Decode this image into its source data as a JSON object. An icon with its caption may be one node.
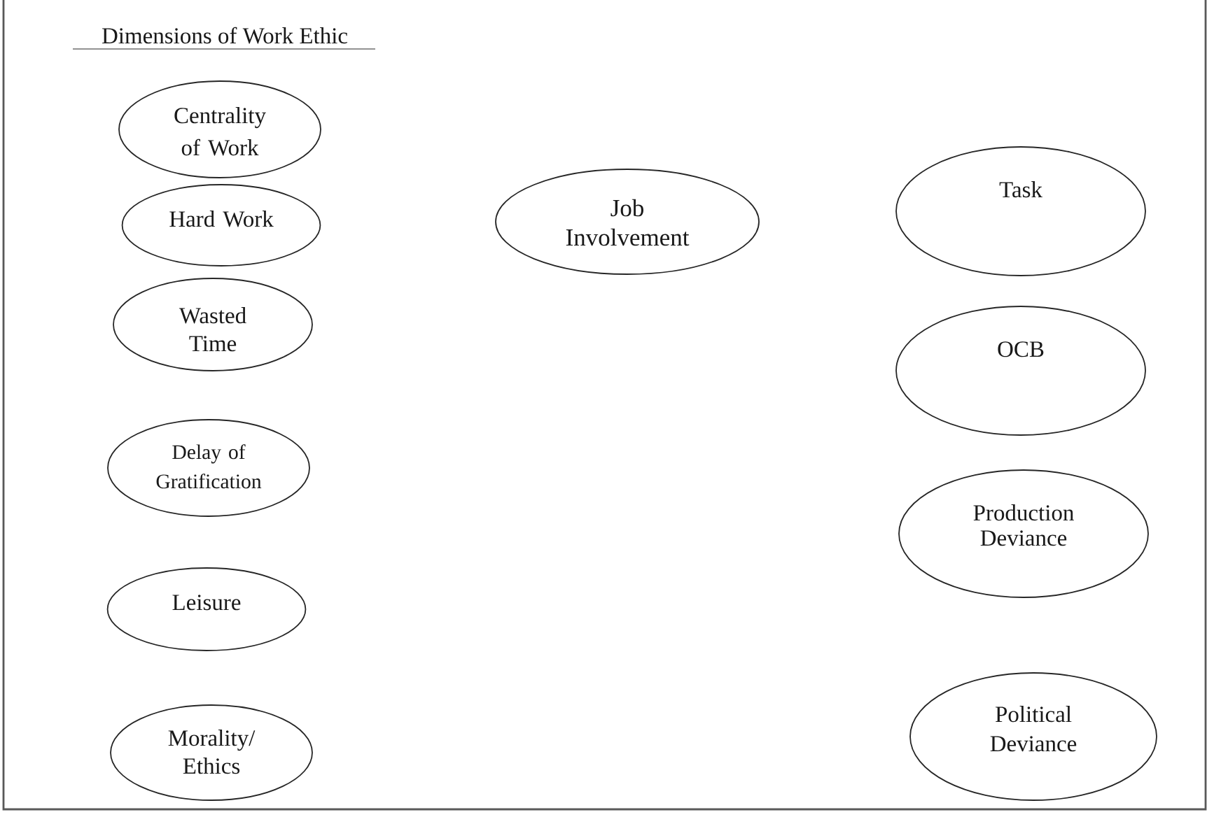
{
  "diagram": {
    "title": "Dimensions of Work Ethic",
    "nodes": [
      {
        "text": [
          "Centrality of Work"
        ]
      },
      {
        "text": [
          "Hard Work"
        ]
      },
      {
        "text": [
          "Wasted Time"
        ]
      },
      {
        "text": [
          "Delay of Gratification"
        ]
      },
      {
        "text": [
          "Leisure"
        ]
      },
      {
        "text": [
          "Morality/ Ethics"
        ]
      },
      {
        "text": [
          "Job Involvement"
        ]
      },
      {
        "text": [
          "Task"
        ]
      },
      {
        "text": [
          "OCB"
        ]
      },
      {
        "text": [
          "Production Deviance"
        ]
      },
      {
        "text": [
          "Political Deviance"
        ]
      }
    ]
  }
}
